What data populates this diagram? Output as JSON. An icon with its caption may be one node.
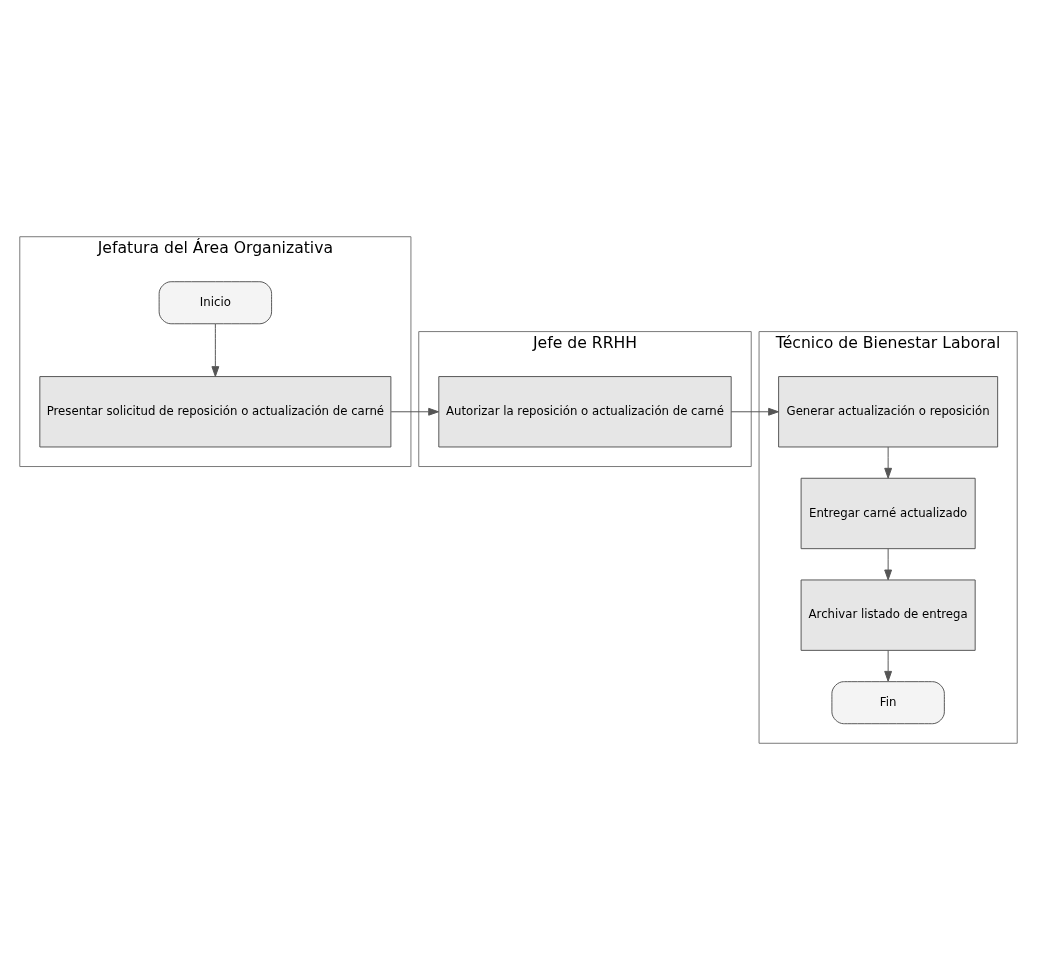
{
  "diagram": {
    "nodes": [
      {
        "text": [
          "Jefatura del Área Organizativa"
        ]
      },
      {
        "text": [
          "Jefe de RRHH"
        ]
      },
      {
        "text": [
          "Técnico de Bienestar Laboral"
        ]
      },
      {
        "text": [
          "Inicio"
        ],
        "in": 0
      },
      {
        "text": [
          "Presentar solicitud de reposición o actualización de carné"
        ],
        "in": 0
      },
      {
        "text": [
          "Autorizar la reposición o actualización de carné"
        ],
        "in": 1
      },
      {
        "text": [
          "Generar actualización o reposición"
        ],
        "in": 2
      },
      {
        "text": [
          "Entregar carné actualizado"
        ],
        "in": 2
      },
      {
        "text": [
          "Archivar listado de entrega"
        ],
        "in": 2
      },
      {
        "text": [
          "Fin"
        ],
        "in": 2
      }
    ],
    "edges": [
      {
        "from": 3,
        "to": 4,
        "arrow": "to"
      },
      {
        "from": 4,
        "to": 5,
        "arrow": "to"
      },
      {
        "from": 5,
        "to": 6,
        "arrow": "to"
      },
      {
        "from": 6,
        "to": 7,
        "arrow": "to"
      },
      {
        "from": 7,
        "to": 8,
        "arrow": "to"
      },
      {
        "from": 8,
        "to": 9,
        "arrow": "to"
      }
    ]
  }
}
